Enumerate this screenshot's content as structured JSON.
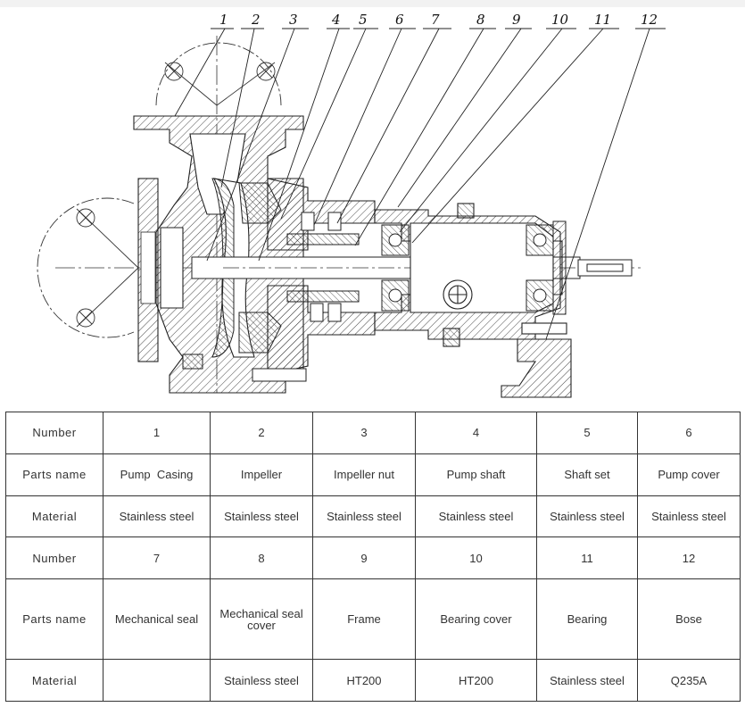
{
  "callout_numbers": [
    "1",
    "2",
    "3",
    "4",
    "5",
    "6",
    "7",
    "8",
    "9",
    "10",
    "11",
    "12"
  ],
  "table": {
    "rows": [
      [
        "Number",
        "1",
        "2",
        "3",
        "4",
        "5",
        "6"
      ],
      [
        "Parts name",
        "Pump  Casing",
        "Impeller",
        "Impeller nut",
        "Pump shaft",
        "Shaft set",
        "Pump cover"
      ],
      [
        "Material",
        "Stainless steel",
        "Stainless steel",
        "Stainless steel",
        "Stainless steel",
        "Stainless steel",
        "Stainless steel"
      ],
      [
        "Number",
        "7",
        "8",
        "9",
        "10",
        "11",
        "12"
      ],
      [
        "Parts name",
        "Mechanical seal",
        "Mechanical seal cover",
        "Frame",
        "Bearing cover",
        "Bearing",
        "Bose"
      ],
      [
        "Material",
        "",
        "Stainless steel",
        "HT200",
        "HT200",
        "Stainless steel",
        "Q235A"
      ]
    ]
  }
}
